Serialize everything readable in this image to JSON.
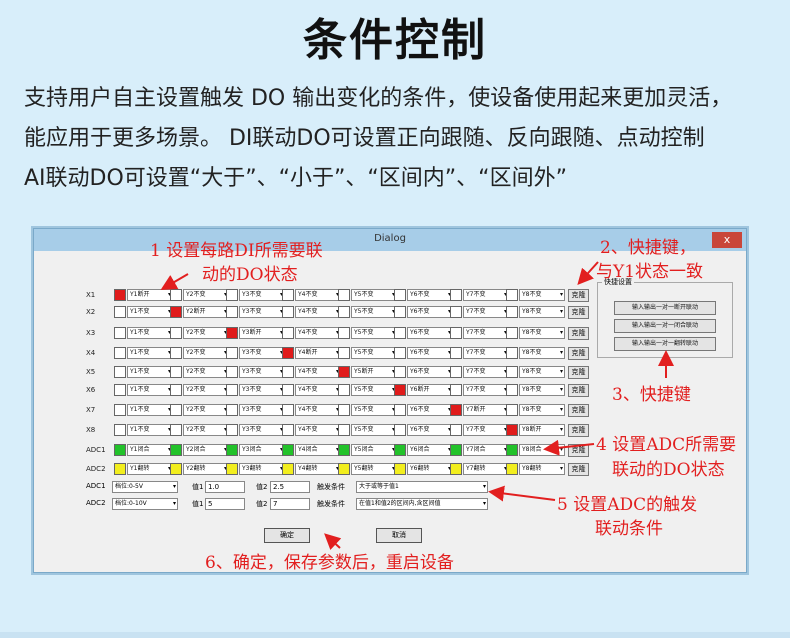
{
  "header": {
    "title": "条件控制",
    "line1": "支持用户自主设置触发 DO 输出变化的条件，使设备使用起来更加灵活，",
    "line2": "能应用于更多场景。 DI联动DO可设置正向跟随、反向跟随、点动控制",
    "line3": "AI联动DO可设置“大于”、“小于”、“区间内”、“区间外”"
  },
  "dialog": {
    "title": "Dialog",
    "close_label": "x",
    "clone_label": "克隆",
    "rows": [
      {
        "label": "X1",
        "active": 0,
        "active_text": "断开"
      },
      {
        "label": "X2",
        "active": 1,
        "active_text": "断开"
      },
      {
        "label": "X3",
        "active": 2,
        "active_text": "断开"
      },
      {
        "label": "X4",
        "active": 3,
        "active_text": "断开"
      },
      {
        "label": "X5",
        "active": 4,
        "active_text": "断开"
      },
      {
        "label": "X6",
        "active": 5,
        "active_text": "断开"
      },
      {
        "label": "X7",
        "active": 6,
        "active_text": "断开"
      },
      {
        "label": "X8",
        "active": 7,
        "active_text": "断开"
      }
    ],
    "default_suffix": "不变",
    "adc_rows": [
      {
        "label": "ADC1",
        "text": "闭合",
        "color": "#22c22a"
      },
      {
        "label": "ADC2",
        "text": "翻转",
        "color": "#f2ee1e"
      }
    ],
    "active_color": "#e01b1b",
    "quick_group_label": "快捷设置",
    "quick_buttons": [
      "输入输出一对一断开联动",
      "输入输出一对一闭合联动",
      "输入输出一对一翻转联动"
    ],
    "adc_settings": [
      {
        "label": "ADC1",
        "range": "档位:0-5V",
        "v1_label": "值1",
        "v1": "1.0",
        "v2_label": "值2",
        "v2": "2.5",
        "trigger_label": "触发条件",
        "trigger": "大于或等于值1"
      },
      {
        "label": "ADC2",
        "range": "档位:0-10V",
        "v1_label": "值1",
        "v1": "5",
        "v2_label": "值2",
        "v2": "7",
        "trigger_label": "触发条件",
        "trigger": "在值1和值2的区间内,含区间值"
      }
    ],
    "ok_label": "确定",
    "cancel_label": "取消"
  },
  "annotations": {
    "a1_line1": "1 设置每路DI所需要联",
    "a1_line2": "动的DO状态",
    "a2_line1": "2、快捷键，",
    "a2_line2": "与Y1状态一致",
    "a3": "3、快捷键",
    "a4_line1": "4 设置ADC所需要",
    "a4_line2": "联动的DO状态",
    "a5_line1": "5 设置ADC的触发",
    "a5_line2": "联动条件",
    "a6": "6、确定，保存参数后，重启设备",
    "color": "#e21f1f"
  }
}
